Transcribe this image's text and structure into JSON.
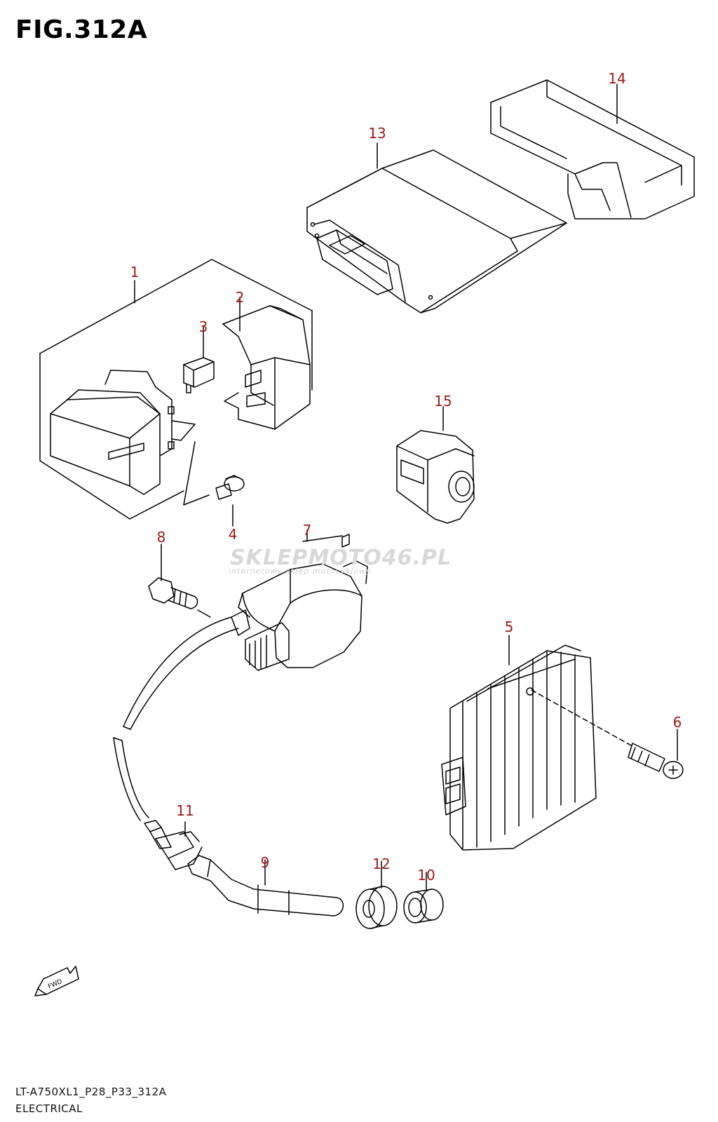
{
  "figure": {
    "title": "FIG.312A",
    "model_code": "LT-A750XL1_P28_P33_312A",
    "section": "ELECTRICAL",
    "fwd_label": "FWD"
  },
  "watermark": {
    "text": "SKLEPMOTO46.PL",
    "tagline": "internetowy sklep motocyklowy"
  },
  "callouts": [
    {
      "id": "1",
      "label": "1"
    },
    {
      "id": "2",
      "label": "2"
    },
    {
      "id": "3",
      "label": "3"
    },
    {
      "id": "4",
      "label": "4"
    },
    {
      "id": "5",
      "label": "5"
    },
    {
      "id": "6",
      "label": "6"
    },
    {
      "id": "7",
      "label": "7"
    },
    {
      "id": "8",
      "label": "8"
    },
    {
      "id": "9",
      "label": "9"
    },
    {
      "id": "10",
      "label": "10"
    },
    {
      "id": "11",
      "label": "11"
    },
    {
      "id": "12",
      "label": "12"
    },
    {
      "id": "13",
      "label": "13"
    },
    {
      "id": "14",
      "label": "14"
    },
    {
      "id": "15",
      "label": "15"
    }
  ],
  "colors": {
    "callout": "#a01818",
    "line": "#000000",
    "watermark": "#d8d8d8"
  }
}
